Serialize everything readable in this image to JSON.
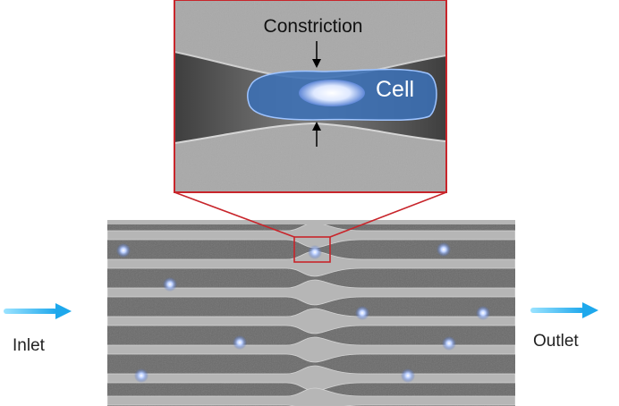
{
  "labels": {
    "constriction": "Constriction",
    "cell": "Cell",
    "inlet": "Inlet",
    "outlet": "Outlet"
  },
  "colors": {
    "zoom_frame": "#c8252b",
    "arrow_flow": "#2fb4f0",
    "cell_fill": "#3b6fb5",
    "channel_wall": "#b4b4b4",
    "channel_dark": "#5a5a5a"
  },
  "icons": {
    "inlet_arrow": "right-arrow-icon",
    "outlet_arrow": "right-arrow-icon",
    "pointer_top": "down-arrow-icon",
    "pointer_bottom": "up-arrow-icon"
  }
}
